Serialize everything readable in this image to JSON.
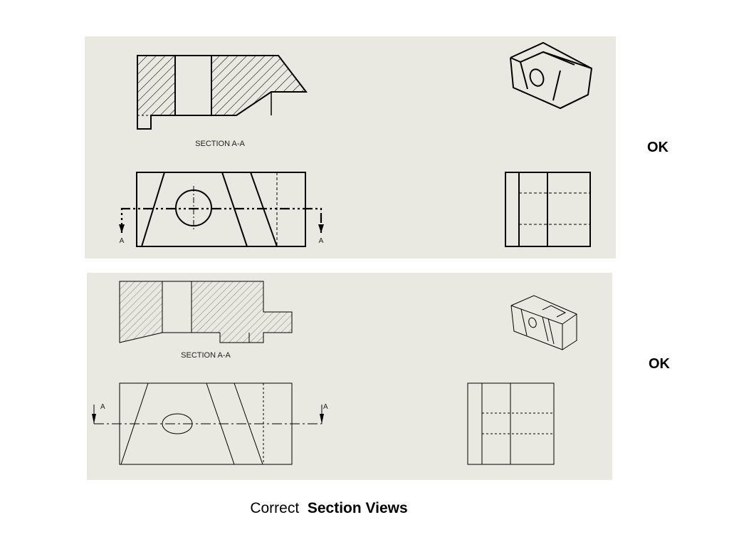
{
  "example1": {
    "section_label": "SECTION A-A",
    "cut_label_left": "A",
    "cut_label_right": "A",
    "status": "OK"
  },
  "example2": {
    "section_label": "SECTION A-A",
    "cut_label_left": "A",
    "cut_label_right": "A",
    "status": "OK"
  },
  "caption": {
    "prefix": "Correct",
    "emphasis": "Section Views"
  },
  "colors": {
    "panel_background": "#e9e8e1",
    "line": "#000000"
  }
}
